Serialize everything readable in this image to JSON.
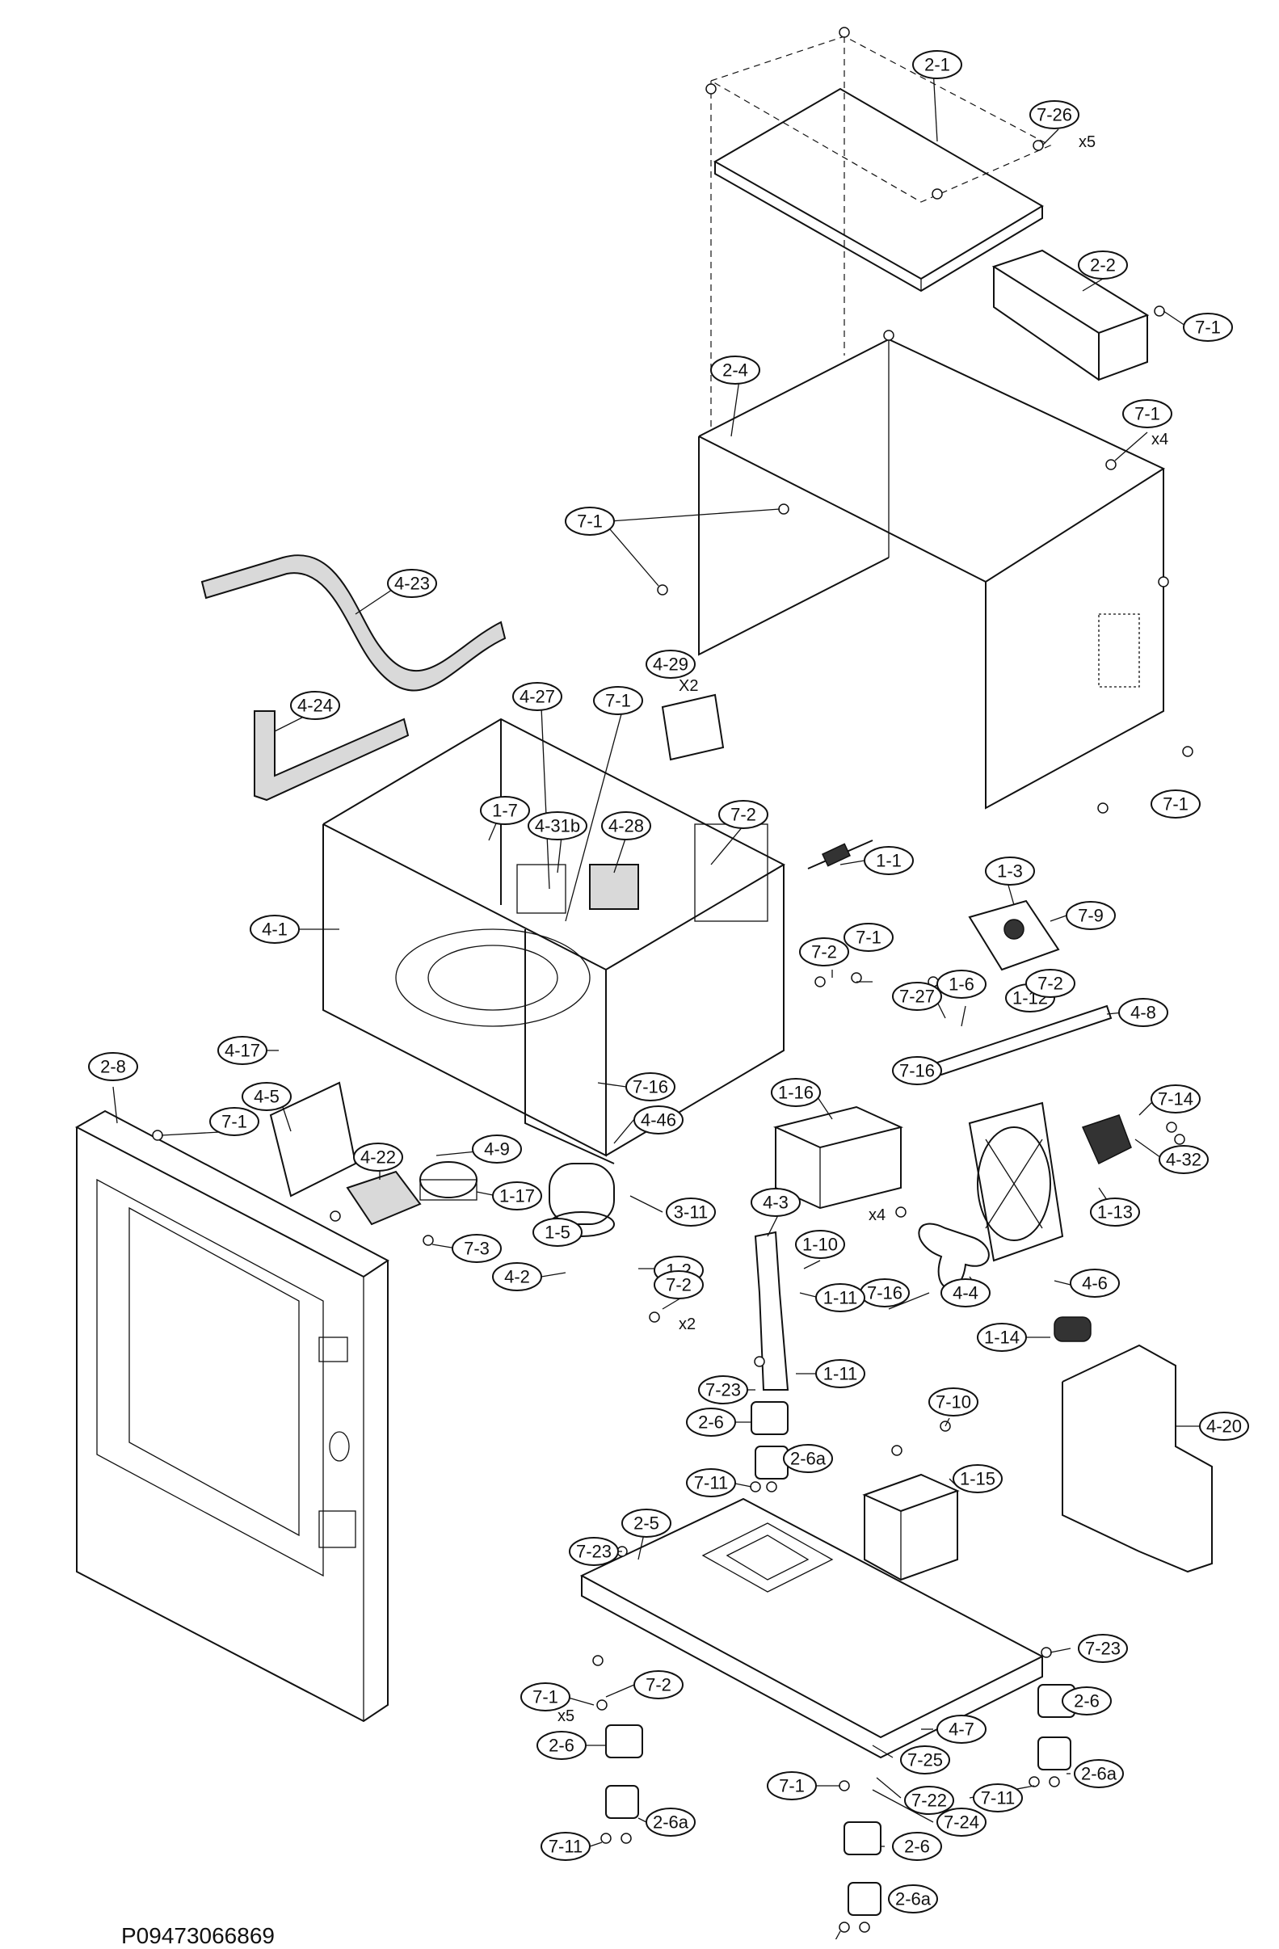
{
  "diagram": {
    "drawing_code": "P09473066869",
    "labels": [
      {
        "id": "2-1",
        "text": "2-1"
      },
      {
        "id": "7-26",
        "text": "7-26"
      },
      {
        "id": "2-2",
        "text": "2-2"
      },
      {
        "id": "7-1a",
        "text": "7-1"
      },
      {
        "id": "2-4",
        "text": "2-4"
      },
      {
        "id": "7-1b",
        "text": "7-1"
      },
      {
        "id": "7-1c",
        "text": "7-1"
      },
      {
        "id": "4-23",
        "text": "4-23"
      },
      {
        "id": "4-29",
        "text": "4-29"
      },
      {
        "id": "4-24",
        "text": "4-24"
      },
      {
        "id": "4-27",
        "text": "4-27"
      },
      {
        "id": "7-1d",
        "text": "7-1"
      },
      {
        "id": "7-1e",
        "text": "7-1"
      },
      {
        "id": "1-7",
        "text": "1-7"
      },
      {
        "id": "4-31b",
        "text": "4-31b"
      },
      {
        "id": "4-28",
        "text": "4-28"
      },
      {
        "id": "7-2a",
        "text": "7-2"
      },
      {
        "id": "1-1",
        "text": "1-1"
      },
      {
        "id": "1-3",
        "text": "1-3"
      },
      {
        "id": "7-9",
        "text": "7-9"
      },
      {
        "id": "4-1",
        "text": "4-1"
      },
      {
        "id": "7-2b",
        "text": "7-2"
      },
      {
        "id": "7-1f",
        "text": "7-1"
      },
      {
        "id": "7-27",
        "text": "7-27"
      },
      {
        "id": "1-6",
        "text": "1-6"
      },
      {
        "id": "1-12",
        "text": "1-12"
      },
      {
        "id": "7-2c",
        "text": "7-2"
      },
      {
        "id": "4-8",
        "text": "4-8"
      },
      {
        "id": "4-17",
        "text": "4-17"
      },
      {
        "id": "7-16a",
        "text": "7-16"
      },
      {
        "id": "7-16b",
        "text": "7-16"
      },
      {
        "id": "2-8",
        "text": "2-8"
      },
      {
        "id": "4-5",
        "text": "4-5"
      },
      {
        "id": "1-16",
        "text": "1-16"
      },
      {
        "id": "7-14",
        "text": "7-14"
      },
      {
        "id": "4-46",
        "text": "4-46"
      },
      {
        "id": "7-1g",
        "text": "7-1"
      },
      {
        "id": "4-9",
        "text": "4-9"
      },
      {
        "id": "4-32",
        "text": "4-32"
      },
      {
        "id": "4-22",
        "text": "4-22"
      },
      {
        "id": "1-17",
        "text": "1-17"
      },
      {
        "id": "3-11",
        "text": "3-11"
      },
      {
        "id": "4-3",
        "text": "4-3"
      },
      {
        "id": "1-13",
        "text": "1-13"
      },
      {
        "id": "7-3",
        "text": "7-3"
      },
      {
        "id": "1-5",
        "text": "1-5"
      },
      {
        "id": "1-10",
        "text": "1-10"
      },
      {
        "id": "1-2",
        "text": "1-2"
      },
      {
        "id": "4-2",
        "text": "4-2"
      },
      {
        "id": "7-16c",
        "text": "7-16"
      },
      {
        "id": "4-6",
        "text": "4-6"
      },
      {
        "id": "7-2d",
        "text": "7-2"
      },
      {
        "id": "1-11a",
        "text": "1-11"
      },
      {
        "id": "4-4",
        "text": "4-4"
      },
      {
        "id": "1-14",
        "text": "1-14"
      },
      {
        "id": "1-11b",
        "text": "1-11"
      },
      {
        "id": "7-23a",
        "text": "7-23"
      },
      {
        "id": "7-10",
        "text": "7-10"
      },
      {
        "id": "2-6a",
        "text": "2-6"
      },
      {
        "id": "4-20",
        "text": "4-20"
      },
      {
        "id": "2-6aa",
        "text": "2-6a"
      },
      {
        "id": "7-11a",
        "text": "7-11"
      },
      {
        "id": "1-15",
        "text": "1-15"
      },
      {
        "id": "2-5",
        "text": "2-5"
      },
      {
        "id": "7-23b",
        "text": "7-23"
      },
      {
        "id": "7-23c",
        "text": "7-23"
      },
      {
        "id": "7-2e",
        "text": "7-2"
      },
      {
        "id": "7-1h",
        "text": "7-1"
      },
      {
        "id": "2-6b",
        "text": "2-6"
      },
      {
        "id": "4-7",
        "text": "4-7"
      },
      {
        "id": "2-6c",
        "text": "2-6"
      },
      {
        "id": "7-25",
        "text": "7-25"
      },
      {
        "id": "2-6ab",
        "text": "2-6a"
      },
      {
        "id": "7-1i",
        "text": "7-1"
      },
      {
        "id": "7-11b",
        "text": "7-11"
      },
      {
        "id": "7-22",
        "text": "7-22"
      },
      {
        "id": "2-6ac",
        "text": "2-6a"
      },
      {
        "id": "7-24",
        "text": "7-24"
      },
      {
        "id": "7-11c",
        "text": "7-11"
      },
      {
        "id": "2-6d",
        "text": "2-6"
      },
      {
        "id": "2-6ad",
        "text": "2-6a"
      },
      {
        "id": "7-11d",
        "text": "7-11"
      }
    ],
    "quantities": [
      {
        "id": "q-7-26",
        "text": "x5"
      },
      {
        "id": "q-7-1b",
        "text": "x4"
      },
      {
        "id": "q-4-29",
        "text": "X2"
      },
      {
        "id": "q-1-16",
        "text": "x4"
      },
      {
        "id": "q-7-2d",
        "text": "x2"
      },
      {
        "id": "q-7-1h",
        "text": "x5"
      }
    ]
  }
}
